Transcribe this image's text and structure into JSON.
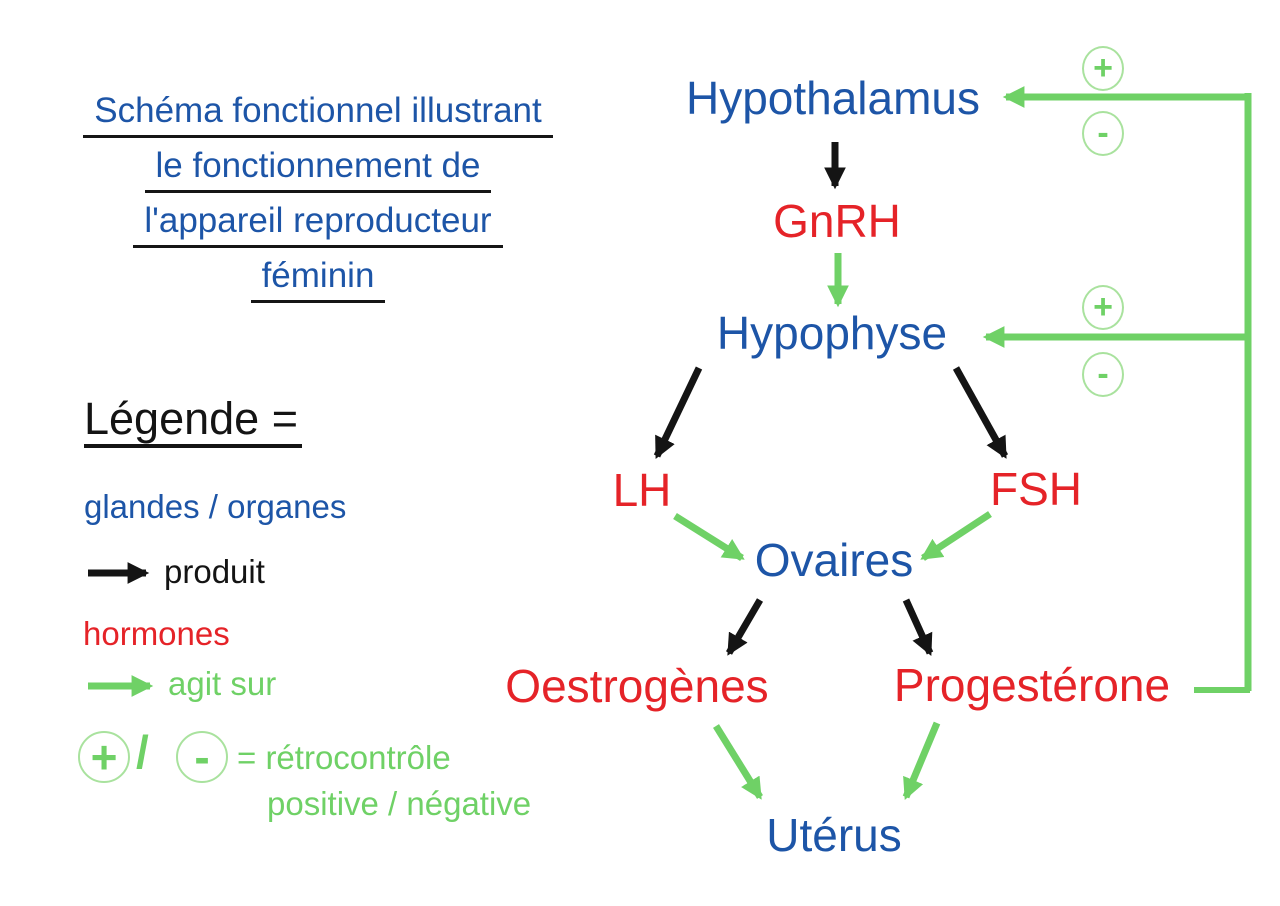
{
  "colors": {
    "blue": "#1d55a7",
    "red": "#e52328",
    "green": "#6fd166",
    "green_light": "#a9e29e",
    "black": "#141414"
  },
  "title": {
    "lines": [
      "Schéma fonctionnel illustrant",
      "le fonctionnement de",
      "l'appareil reproducteur",
      "féminin"
    ]
  },
  "legend": {
    "heading": "Légende =",
    "glandes_organes": "glandes / organes",
    "produit": "produit",
    "hormones": "hormones",
    "agit_sur": "agit sur",
    "plus": "+",
    "slash": "/",
    "minus": "-",
    "retro_line1": "= rétrocontrôle",
    "retro_line2": "positive / négative"
  },
  "diagram": {
    "nodes": {
      "hypothalamus": "Hypothalamus",
      "gnrh": "GnRH",
      "hypophyse": "Hypophyse",
      "lh": "LH",
      "fsh": "FSH",
      "ovaires": "Ovaires",
      "oestrogenes": "Oestrogènes",
      "progesterone": "Progestérone",
      "uterus": "Utérus"
    },
    "feedback": {
      "plus": "+",
      "minus": "-"
    }
  }
}
